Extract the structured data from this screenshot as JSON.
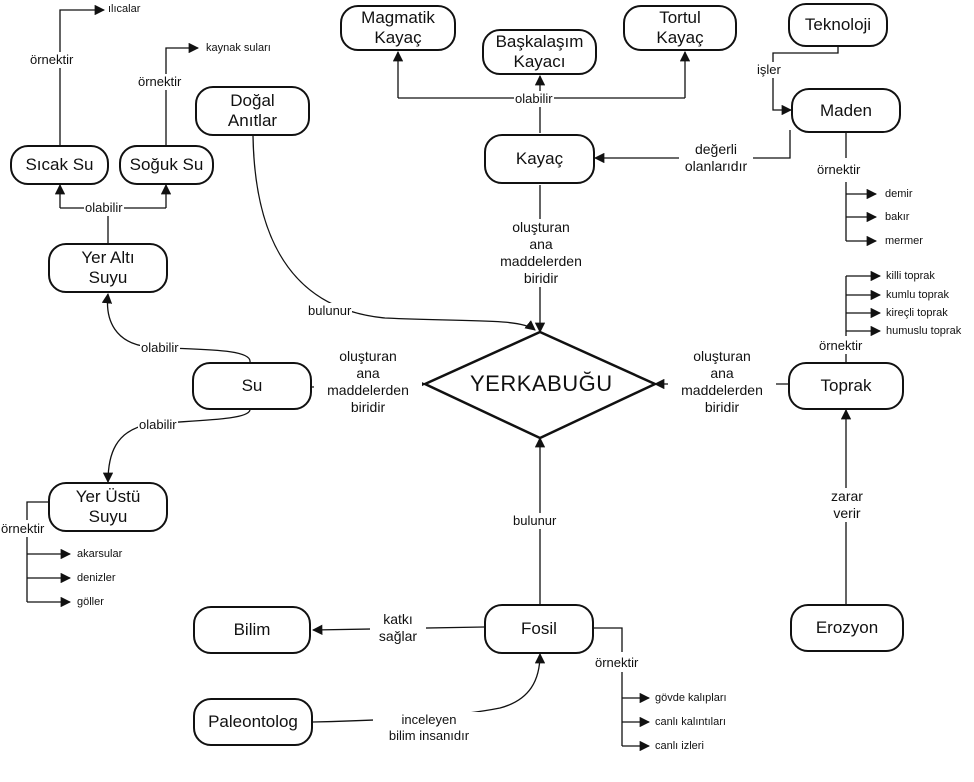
{
  "center": "YERKABUĞU",
  "nodes": {
    "magmatik": "Magmatik\nKayaç",
    "baskalasim": "Başkalaşım\nKayacı",
    "tortul": "Tortul\nKayaç",
    "teknoloji": "Teknoloji",
    "maden": "Maden",
    "kayac": "Kayaç",
    "dogal": "Doğal\nAnıtlar",
    "sicak": "Sıcak Su",
    "soguk": "Soğuk Su",
    "yeralti": "Yer Altı\nSuyu",
    "su": "Su",
    "yerustu": "Yer Üstü\nSuyu",
    "toprak": "Toprak",
    "erozyon": "Erozyon",
    "bilim": "Bilim",
    "fosil": "Fosil",
    "paleontolog": "Paleontolog"
  },
  "labels": {
    "kayac_olabilir": "olabilir",
    "isler": "işler",
    "degerli": "değerli\nolanlarıdır",
    "maden_ornektir": "örnektir",
    "kayac_olusturan": "oluşturan\nana\nmaddelerden\nbiridir",
    "dogal_bulunur": "bulunur",
    "sicak_ornektir": "örnektir",
    "soguk_ornektir": "örnektir",
    "yeralti_olabilir": "olabilir",
    "su_olabilir_ust": "olabilir",
    "su_olabilir_alt": "olabilir",
    "su_olusturan": "oluşturan\nana\nmaddelerden\nbiridir",
    "toprak_olusturan": "oluşturan\nana\nmaddelerden\nbiridir",
    "toprak_ornektir": "örnektir",
    "zarar": "zarar\nverir",
    "fosil_bulunur": "bulunur",
    "katki": "katkı\nsağlar",
    "inceleyen": "inceleyen\nbilim insanıdır",
    "fosil_ornektir": "örnektir",
    "yerustu_ornektir": "örnektir"
  },
  "examples": {
    "sicak": [
      "ılıcalar"
    ],
    "soguk": [
      "kaynak suları"
    ],
    "maden": [
      "demir",
      "bakır",
      "mermer"
    ],
    "toprak": [
      "killi toprak",
      "kumlu toprak",
      "kireçli toprak",
      "humuslu toprak"
    ],
    "yerustu": [
      "akarsular",
      "denizler",
      "göller"
    ],
    "fosil": [
      "gövde kalıpları",
      "canlı kalıntıları",
      "canlı izleri"
    ]
  }
}
